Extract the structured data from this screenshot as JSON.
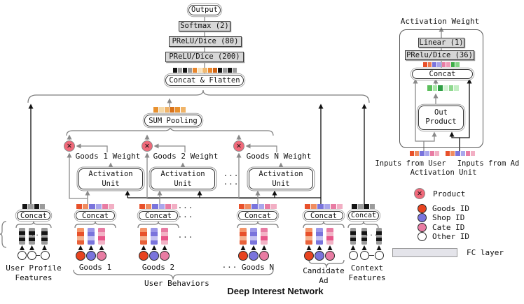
{
  "title": "Deep Interest Network",
  "ellipsis": "...",
  "symbols": {
    "product_x": "✕"
  },
  "colors": {
    "goods_id": "#e8431f",
    "shop_id": "#7a74dc",
    "cate_id": "#e87ca3",
    "other_id": "#ffffff",
    "product_x": "#f0697a"
  },
  "top_stack": {
    "output": "Output",
    "softmax": "Softmax (2)",
    "fc_80": "PReLU/Dice (80)",
    "fc_200": "PReLU/Dice (200)",
    "concat_flatten": "Concat & Flatten",
    "strip": [
      "#151515",
      "#9b9b9b",
      "#151515",
      "#9b9b9b",
      "#e8862c",
      "#f6e2bd",
      "#f0ba72",
      "#e8862c",
      "#cf6414",
      "#151515",
      "#9b9b9b",
      "#151515",
      "#9b9b9b"
    ]
  },
  "pooling": {
    "label": "SUM Pooling",
    "strip": [
      "#e8912f",
      "#f5d9a8",
      "#f0b468",
      "#d9731a",
      "#e8912f",
      "#f0b468"
    ]
  },
  "attention": {
    "unit_line1": "Activation",
    "unit_line2": "Unit",
    "weights": [
      "Goods 1 Weight",
      "Goods 2 Weight",
      "Goods N Weight"
    ]
  },
  "strips": {
    "goods": [
      "#e8512b",
      "#f08c60",
      "#7a74dc",
      "#aaa6ec",
      "#e87ca3",
      "#f2afc4"
    ],
    "bw": [
      "#151515",
      "#9b9b9b",
      "#151515",
      "#9b9b9b"
    ],
    "right_concat": [
      "#e8512b",
      "#ef7a4e",
      "#7a74dc",
      "#a6a2ea",
      "#e87ca3",
      "#ef9ab8",
      "#3fae49",
      "#86d586"
    ],
    "green": [
      "#5cbf5c",
      "#a8e6a8",
      "#2f9e44",
      "#d2f2d2",
      "#8fd88f",
      "#c2eec2"
    ],
    "bar_orange": [
      "#f4956a",
      "#e8512b",
      "#f4b290",
      "#e8613a"
    ],
    "bar_blue": [
      "#9c97e8",
      "#7a74dc",
      "#c6c3f2",
      "#7a74dc"
    ],
    "bar_pink": [
      "#e87ca3",
      "#f2b3c6",
      "#e8568a",
      "#f2b3c6"
    ],
    "bar_bw": [
      "#9b9b9b",
      "#151515",
      "#9b9b9b",
      "#151515",
      "#9b9b9b"
    ]
  },
  "groups": {
    "concat": "Concat",
    "profile": {
      "line1": "User Profile",
      "line2": "Features"
    },
    "goods_labels": [
      "Goods 1",
      "Goods 2",
      "Goods N"
    ],
    "behaviors": "User Behaviors",
    "candidate": {
      "line1": "Candidate",
      "line2": "Ad"
    },
    "context": {
      "line1": "Context",
      "line2": "Features"
    }
  },
  "right_panel": {
    "title": "Activation Weight",
    "linear": "Linear (1)",
    "prelu": "PRelu/Dice (36)",
    "concat": "Concat",
    "out_line1": "Out",
    "out_line2": "Product",
    "inputs_user": "Inputs from User",
    "inputs_ad": "Inputs from Ad",
    "caption": "Activation Unit"
  },
  "legend": {
    "product_label": "Product",
    "items": [
      {
        "label": "Goods ID",
        "color": "#e8431f"
      },
      {
        "label": "Shop ID",
        "color": "#7a74dc"
      },
      {
        "label": "Cate ID",
        "color": "#e87ca3"
      },
      {
        "label": "Other ID",
        "color": "#ffffff"
      }
    ],
    "fc_label": "FC layer"
  }
}
